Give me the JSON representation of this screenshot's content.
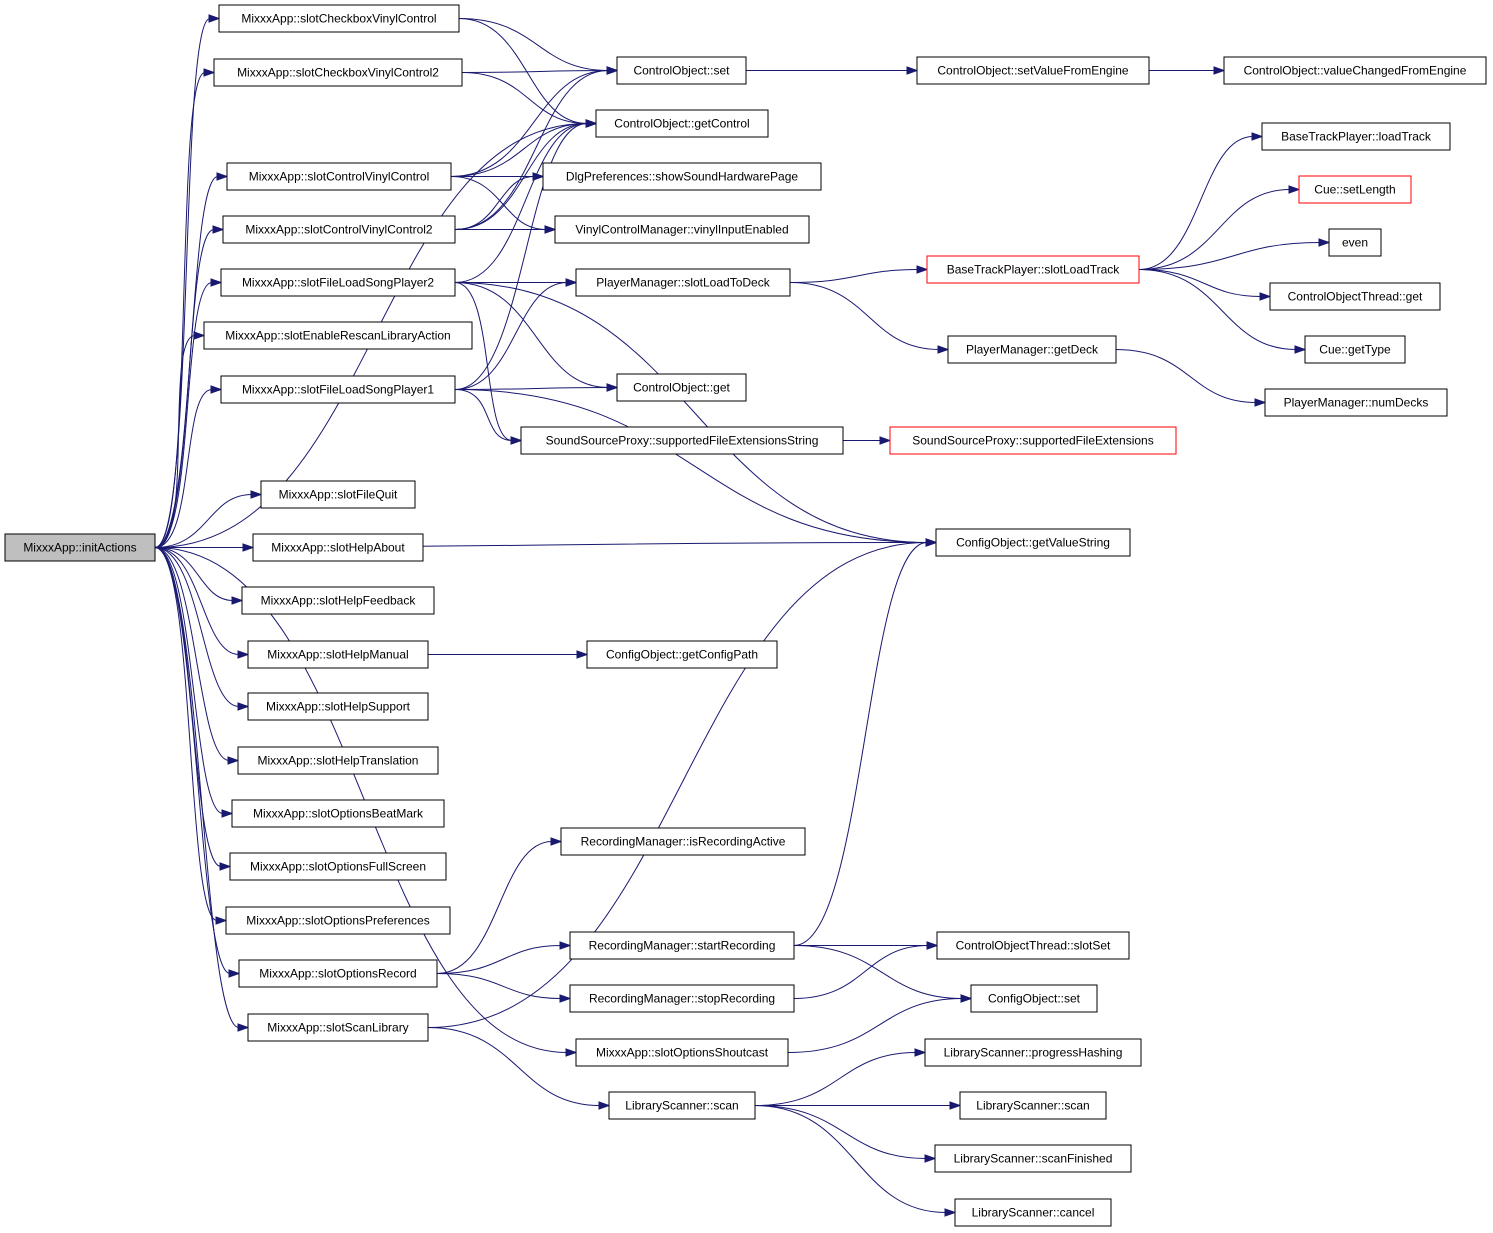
{
  "graph": {
    "title": "MixxxApp::initActions call graph",
    "colors": {
      "edge": "#191970",
      "root_fill": "#bfbfbf",
      "truncated_border": "#ff0000",
      "node_border": "#000000"
    },
    "nodes": [
      {
        "id": "initActions",
        "label": "MixxxApp::initActions",
        "style": "root"
      },
      {
        "id": "cbVinyl",
        "label": "MixxxApp::slotCheckboxVinylControl"
      },
      {
        "id": "cbVinyl2",
        "label": "MixxxApp::slotCheckboxVinylControl2"
      },
      {
        "id": "ctlVinyl",
        "label": "MixxxApp::slotControlVinylControl"
      },
      {
        "id": "ctlVinyl2",
        "label": "MixxxApp::slotControlVinylControl2"
      },
      {
        "id": "fileLoad2",
        "label": "MixxxApp::slotFileLoadSongPlayer2"
      },
      {
        "id": "enableRescan",
        "label": "MixxxApp::slotEnableRescanLibraryAction"
      },
      {
        "id": "fileLoad1",
        "label": "MixxxApp::slotFileLoadSongPlayer1"
      },
      {
        "id": "fileQuit",
        "label": "MixxxApp::slotFileQuit"
      },
      {
        "id": "helpAbout",
        "label": "MixxxApp::slotHelpAbout"
      },
      {
        "id": "helpFeedback",
        "label": "MixxxApp::slotHelpFeedback"
      },
      {
        "id": "helpManual",
        "label": "MixxxApp::slotHelpManual"
      },
      {
        "id": "helpSupport",
        "label": "MixxxApp::slotHelpSupport"
      },
      {
        "id": "helpTranslation",
        "label": "MixxxApp::slotHelpTranslation"
      },
      {
        "id": "optBeatMark",
        "label": "MixxxApp::slotOptionsBeatMark"
      },
      {
        "id": "optFullScreen",
        "label": "MixxxApp::slotOptionsFullScreen"
      },
      {
        "id": "optPrefs",
        "label": "MixxxApp::slotOptionsPreferences"
      },
      {
        "id": "optRecord",
        "label": "MixxxApp::slotOptionsRecord"
      },
      {
        "id": "scanLibrary",
        "label": "MixxxApp::slotScanLibrary"
      },
      {
        "id": "coSet",
        "label": "ControlObject::set"
      },
      {
        "id": "coGetControl",
        "label": "ControlObject::getControl"
      },
      {
        "id": "dlgShowSound",
        "label": "DlgPreferences::showSoundHardwarePage"
      },
      {
        "id": "vinylInputEnabled",
        "label": "VinylControlManager::vinylInputEnabled"
      },
      {
        "id": "pmSlotLoadToDeck",
        "label": "PlayerManager::slotLoadToDeck"
      },
      {
        "id": "coGet",
        "label": "ControlObject::get"
      },
      {
        "id": "sspSupportedString",
        "label": "SoundSourceProxy::supportedFileExtensionsString"
      },
      {
        "id": "coSetValueFromEngine",
        "label": "ControlObject::setValueFromEngine"
      },
      {
        "id": "coValueChanged",
        "label": "ControlObject::valueChangedFromEngine"
      },
      {
        "id": "btpSlotLoadTrack",
        "label": "BaseTrackPlayer::slotLoadTrack",
        "style": "truncated"
      },
      {
        "id": "pmGetDeck",
        "label": "PlayerManager::getDeck"
      },
      {
        "id": "sspSupported",
        "label": "SoundSourceProxy::supportedFileExtensions",
        "style": "truncated"
      },
      {
        "id": "cfgGetValueString",
        "label": "ConfigObject::getValueString"
      },
      {
        "id": "btpLoadTrack",
        "label": "BaseTrackPlayer::loadTrack"
      },
      {
        "id": "cueSetLength",
        "label": "Cue::setLength",
        "style": "truncated"
      },
      {
        "id": "even",
        "label": "even"
      },
      {
        "id": "cotGet",
        "label": "ControlObjectThread::get"
      },
      {
        "id": "cueGetType",
        "label": "Cue::getType"
      },
      {
        "id": "pmNumDecks",
        "label": "PlayerManager::numDecks"
      },
      {
        "id": "cfgGetConfigPath",
        "label": "ConfigObject::getConfigPath"
      },
      {
        "id": "rmIsRecording",
        "label": "RecordingManager::isRecordingActive"
      },
      {
        "id": "rmStart",
        "label": "RecordingManager::startRecording"
      },
      {
        "id": "rmStop",
        "label": "RecordingManager::stopRecording"
      },
      {
        "id": "optShoutcast",
        "label": "MixxxApp::slotOptionsShoutcast"
      },
      {
        "id": "lsScan",
        "label": "LibraryScanner::scan"
      },
      {
        "id": "cotSlotSet",
        "label": "ControlObjectThread::slotSet"
      },
      {
        "id": "cfgSet",
        "label": "ConfigObject::set"
      },
      {
        "id": "lsProgressHashing",
        "label": "LibraryScanner::progressHashing"
      },
      {
        "id": "lsScan2",
        "label": "LibraryScanner::scan"
      },
      {
        "id": "lsScanFinished",
        "label": "LibraryScanner::scanFinished"
      },
      {
        "id": "lsCancel",
        "label": "LibraryScanner::cancel"
      }
    ],
    "edges": [
      [
        "initActions",
        "cbVinyl"
      ],
      [
        "initActions",
        "cbVinyl2"
      ],
      [
        "initActions",
        "coGetControl"
      ],
      [
        "initActions",
        "ctlVinyl"
      ],
      [
        "initActions",
        "ctlVinyl2"
      ],
      [
        "initActions",
        "fileLoad2"
      ],
      [
        "initActions",
        "enableRescan"
      ],
      [
        "initActions",
        "fileLoad1"
      ],
      [
        "initActions",
        "cfgGetValueString"
      ],
      [
        "initActions",
        "fileQuit"
      ],
      [
        "initActions",
        "helpAbout"
      ],
      [
        "initActions",
        "helpFeedback"
      ],
      [
        "initActions",
        "helpManual"
      ],
      [
        "initActions",
        "helpSupport"
      ],
      [
        "initActions",
        "helpTranslation"
      ],
      [
        "initActions",
        "optBeatMark"
      ],
      [
        "initActions",
        "optFullScreen"
      ],
      [
        "initActions",
        "optPrefs"
      ],
      [
        "initActions",
        "optRecord"
      ],
      [
        "initActions",
        "scanLibrary"
      ],
      [
        "initActions",
        "optShoutcast"
      ],
      [
        "cbVinyl",
        "coSet"
      ],
      [
        "cbVinyl",
        "coGetControl"
      ],
      [
        "cbVinyl2",
        "coSet"
      ],
      [
        "cbVinyl2",
        "coGetControl"
      ],
      [
        "ctlVinyl",
        "coSet"
      ],
      [
        "ctlVinyl",
        "coGetControl"
      ],
      [
        "ctlVinyl",
        "dlgShowSound"
      ],
      [
        "ctlVinyl",
        "vinylInputEnabled"
      ],
      [
        "ctlVinyl2",
        "coSet"
      ],
      [
        "ctlVinyl2",
        "coGetControl"
      ],
      [
        "ctlVinyl2",
        "dlgShowSound"
      ],
      [
        "ctlVinyl2",
        "vinylInputEnabled"
      ],
      [
        "fileLoad2",
        "coGetControl"
      ],
      [
        "fileLoad2",
        "pmSlotLoadToDeck"
      ],
      [
        "fileLoad2",
        "coGet"
      ],
      [
        "fileLoad2",
        "sspSupportedString"
      ],
      [
        "fileLoad2",
        "cfgGetValueString"
      ],
      [
        "fileLoad1",
        "coGetControl"
      ],
      [
        "fileLoad1",
        "pmSlotLoadToDeck"
      ],
      [
        "fileLoad1",
        "coGet"
      ],
      [
        "fileLoad1",
        "sspSupportedString"
      ],
      [
        "fileLoad1",
        "cfgGetValueString"
      ],
      [
        "coSet",
        "coSetValueFromEngine"
      ],
      [
        "coSetValueFromEngine",
        "coValueChanged"
      ],
      [
        "pmSlotLoadToDeck",
        "btpSlotLoadTrack"
      ],
      [
        "pmSlotLoadToDeck",
        "pmGetDeck"
      ],
      [
        "btpSlotLoadTrack",
        "btpLoadTrack"
      ],
      [
        "btpSlotLoadTrack",
        "cueSetLength"
      ],
      [
        "btpSlotLoadTrack",
        "even"
      ],
      [
        "btpSlotLoadTrack",
        "cotGet"
      ],
      [
        "btpSlotLoadTrack",
        "cueGetType"
      ],
      [
        "pmGetDeck",
        "pmNumDecks"
      ],
      [
        "sspSupportedString",
        "sspSupported"
      ],
      [
        "helpManual",
        "cfgGetConfigPath"
      ],
      [
        "optRecord",
        "rmIsRecording"
      ],
      [
        "optRecord",
        "rmStart"
      ],
      [
        "optRecord",
        "rmStop"
      ],
      [
        "rmStart",
        "cfgGetValueString"
      ],
      [
        "rmStart",
        "cotSlotSet"
      ],
      [
        "rmStart",
        "cfgSet"
      ],
      [
        "rmStop",
        "cotSlotSet"
      ],
      [
        "scanLibrary",
        "cfgGetValueString"
      ],
      [
        "scanLibrary",
        "lsScan"
      ],
      [
        "optShoutcast",
        "cfgSet"
      ],
      [
        "lsScan",
        "lsProgressHashing"
      ],
      [
        "lsScan",
        "lsScan2"
      ],
      [
        "lsScan",
        "lsScanFinished"
      ],
      [
        "lsScan",
        "lsCancel"
      ]
    ]
  }
}
